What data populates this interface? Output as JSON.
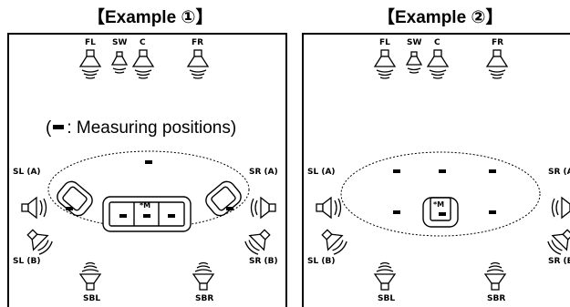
{
  "example1": {
    "title": "【Example ①】",
    "legend_open": "(",
    "legend_text": ": Measuring positions)",
    "speakers": {
      "fl": "FL",
      "sw": "SW",
      "c": "C",
      "fr": "FR",
      "sla": "SL (A)",
      "sra": "SR (A)",
      "slb": "SL (B)",
      "srb": "SR (B)",
      "sbl": "SBL",
      "sbr": "SBR"
    },
    "main_mark": "*M"
  },
  "example2": {
    "title": "【Example ②】",
    "speakers": {
      "fl": "FL",
      "sw": "SW",
      "c": "C",
      "fr": "FR",
      "sla": "SL (A)",
      "sra": "SR (A",
      "slb": "SL (B)",
      "srb": "SR (E",
      "sbl": "SBL",
      "sbr": "SBR"
    },
    "main_mark": "*M"
  }
}
